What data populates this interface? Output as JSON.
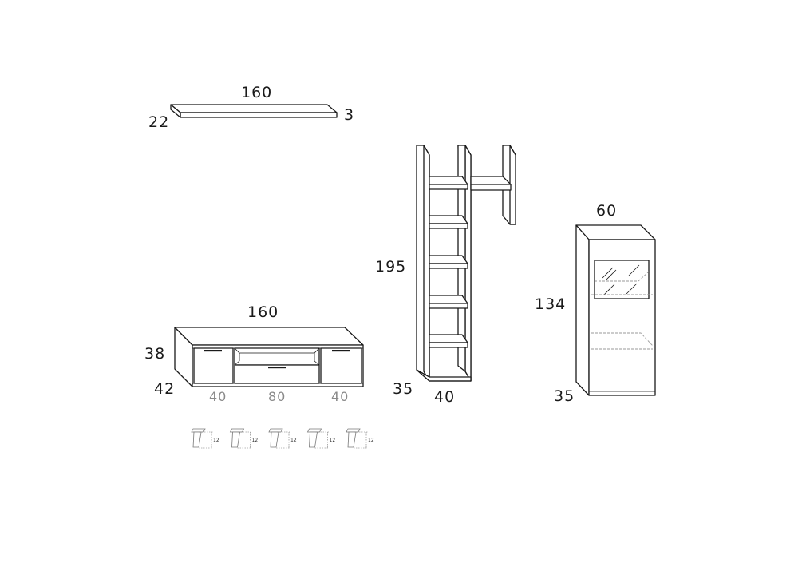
{
  "shelf": {
    "width_label": "160",
    "depth_label": "22",
    "height_label": "3"
  },
  "tv_unit": {
    "width_label": "160",
    "height_label": "38",
    "depth_label": "42",
    "segments": [
      "40",
      "80",
      "40"
    ]
  },
  "bookcase": {
    "height_label": "195",
    "depth_label": "35",
    "width_label": "40"
  },
  "display_cabinet": {
    "width_label": "60",
    "height_label": "134",
    "depth_label": "35"
  },
  "legs": {
    "height_label": "12",
    "count": 5
  }
}
